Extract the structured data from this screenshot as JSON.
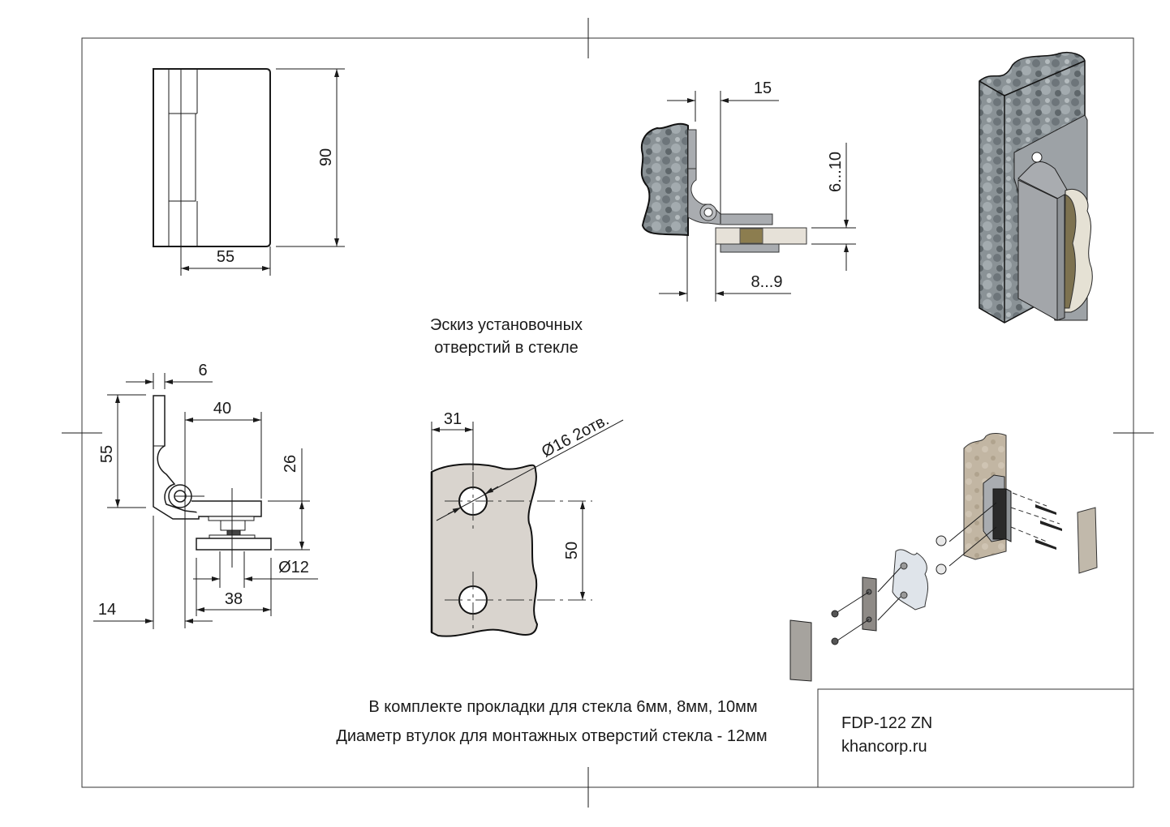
{
  "drawing": {
    "front_view": {
      "height_dim": "90",
      "width_dim": "55"
    },
    "top_section": {
      "offset_dim": "15",
      "glass_dim": "6...10",
      "gap_dim": "8...9"
    },
    "side_view": {
      "leaf_thickness_dim": "6",
      "leaf_height_dim": "55",
      "clamp_width_dim": "40",
      "clamp_height_dim": "26",
      "bushing_dia_dim": "Ø12",
      "pad_width_dim": "38",
      "axis_offset_dim": "14"
    },
    "glass_sketch": {
      "title_line1": "Эскиз установочных",
      "title_line2": "отверстий в стекле",
      "edge_dim": "31",
      "hole_label": "Ø16 2отв.",
      "hole_spacing_dim": "50"
    },
    "notes": [
      "В комплекте прокладки для стекла 6мм, 8мм, 10мм",
      "Диаметр втулок для монтажных отверстий стекла  - 12мм"
    ],
    "title_block": {
      "model": "FDP-122 ZN",
      "website": "khancorp.ru"
    },
    "illustrations": [
      "assembled-hinge-render",
      "exploded-assembly-render"
    ],
    "colors": {
      "line": "#1a1a1a",
      "glass": "#d9d4ce",
      "metal": "#a9acb0",
      "stone": "#7d8589",
      "wood": "#bfb3a1"
    }
  }
}
